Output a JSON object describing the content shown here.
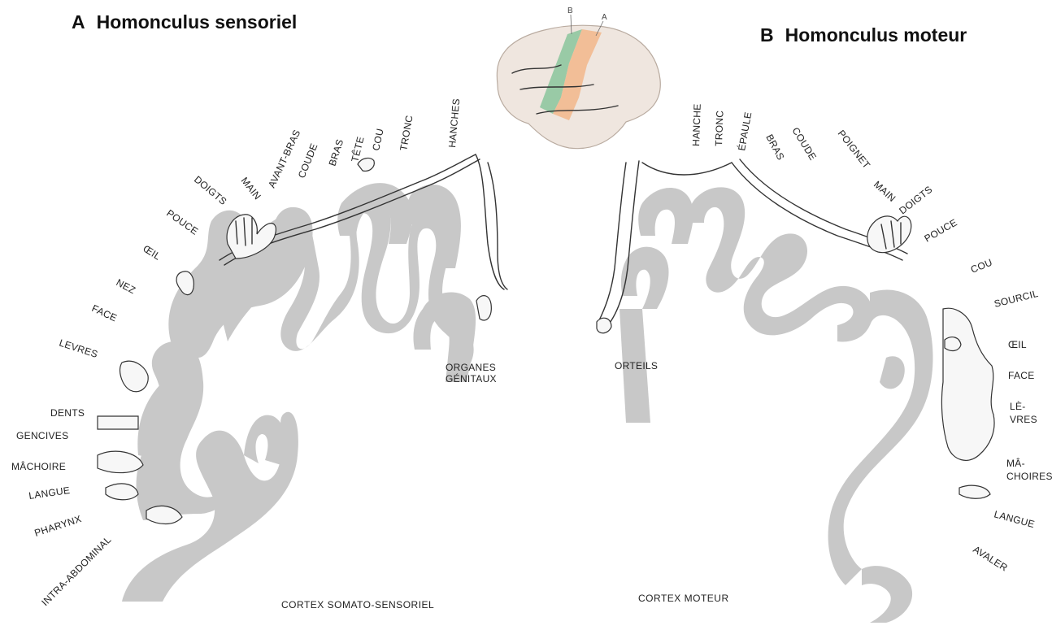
{
  "titles": {
    "a_letter": "A",
    "a_text": "Homonculus sensoriel",
    "b_letter": "B",
    "b_text": "Homonculus moteur"
  },
  "inset": {
    "label_b": "B",
    "label_a": "A",
    "colors": {
      "brain": "#efe6df",
      "motor_strip": "#8fc6a0",
      "sensory_strip": "#f2b98f"
    }
  },
  "sensory": {
    "labels": [
      "HANCHES",
      "TRONC",
      "COU",
      "TÊTE",
      "BRAS",
      "COUDE",
      "AVANT-BRAS",
      "MAIN",
      "DOIGTS",
      "POUCE",
      "ŒIL",
      "NEZ",
      "FACE",
      "LEVRES",
      "DENTS",
      "GENCIVES",
      "MÂCHOIRE",
      "LANGUE",
      "PHARYNX",
      "INTRA-ABDOMINAL"
    ],
    "genital_line1": "ORGANES",
    "genital_line2": "GÉNITAUX",
    "caption": "CORTEX SOMATO-SENSORIEL"
  },
  "motor": {
    "labels": [
      "HANCHE",
      "TRONC",
      "ÉPAULE",
      "BRAS",
      "COUDE",
      "POIGNET",
      "MAIN",
      "DOIGTS",
      "POUCE",
      "COU",
      "SOURCIL",
      "ŒIL",
      "FACE",
      "LÈ-",
      "VRES",
      "MÂ-",
      "CHOIRES",
      "LANGUE",
      "AVALER"
    ],
    "toes": "ORTEILS",
    "caption": "CORTEX MOTEUR"
  },
  "colors": {
    "cortex": "#c8c8c8",
    "ink": "#222222"
  }
}
